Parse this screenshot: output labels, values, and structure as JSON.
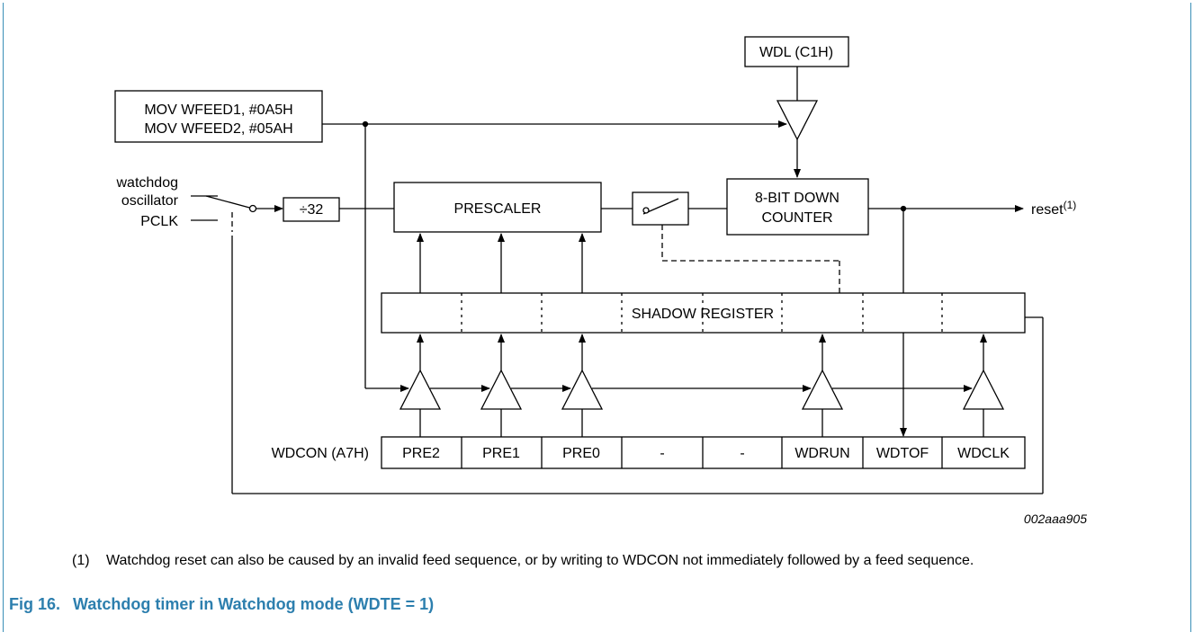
{
  "diagram": {
    "wdl_box": "WDL (C1H)",
    "mov_line1": "MOV WFEED1, #0A5H",
    "mov_line2": "MOV WFEED2, #05AH",
    "watchdog_label": "watchdog",
    "oscillator_label": "oscillator",
    "pclk_label": "PCLK",
    "divider_label": "÷32",
    "prescaler_label": "PRESCALER",
    "counter_line1": "8-BIT DOWN",
    "counter_line2": "COUNTER",
    "reset_label": "reset",
    "reset_note_ref": "(1)",
    "shadow_register_label": "SHADOW REGISTER",
    "wdcon_label": "WDCON (A7H)",
    "wdcon_bits": [
      "PRE2",
      "PRE1",
      "PRE0",
      "-",
      "-",
      "WDRUN",
      "WDTOF",
      "WDCLK"
    ],
    "figure_id": "002aaa905"
  },
  "note": {
    "number": "(1)",
    "text": "Watchdog reset can also be caused by an invalid feed sequence, or by writing to WDCON not immediately followed by a feed sequence."
  },
  "caption": {
    "figure_number": "Fig 16.",
    "title": "Watchdog timer in Watchdog mode (WDTE = 1)"
  },
  "colors": {
    "frame": "#3a8fb7",
    "caption": "#2d7fae",
    "line": "#000000"
  }
}
